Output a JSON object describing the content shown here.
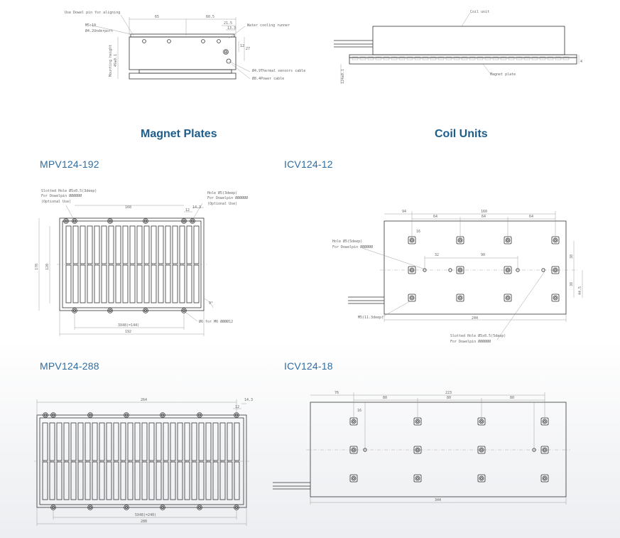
{
  "headings": {
    "magnet_plates": "Magnet Plates",
    "coil_units": "Coil Units"
  },
  "models": {
    "mpv_192": "MPV124-192",
    "icv_12": "ICV124-12",
    "mpv_288": "MPV124-288",
    "icv_18": "ICV124-18"
  },
  "top_left_drawing": {
    "notes": {
      "dowel": "Use Dowel pin for aligning",
      "m5": "M5:10",
      "underport": "Ø4.2Underport",
      "water": "Water cooling runner",
      "thermal": "Ø4.9Thermal sensors cable",
      "power": "Ø8.4Power cable",
      "mounting": "Mounting height"
    },
    "dims": {
      "d65": "65",
      "d605": "60.5",
      "d215": "21.5",
      "d133": "13.3",
      "d12": "12",
      "d27": "27",
      "dh": "49±0.1"
    }
  },
  "top_right_drawing": {
    "notes": {
      "coil": "Coil unit",
      "magnet": "Magnet plate",
      "h": "4",
      "mh": "124±0.1"
    }
  },
  "mpv192": {
    "notes": {
      "slot1": "Slotted Hole Ø5x0.5(3deep)",
      "slot2": "For Dowelpin ØØØØØØ",
      "slot3": "(Optional Use)",
      "hole1": "Hole Ø5(3deep)",
      "hole2": "For Dowelpin ØØØØØØ",
      "hole3": "(Optional Use)",
      "m6": "Ø6 for M6 ØØØØ12"
    },
    "dims": {
      "d168": "168",
      "d12": "12",
      "d143": "14.3",
      "d120": "120",
      "d170": "170",
      "d3x48": "3X48(=144)",
      "d192": "192",
      "ang": "9°"
    }
  },
  "icv12": {
    "notes": {
      "hole1": "Hole Ø5(5deep)",
      "hole2": "For Dowelpin ØØØØØØ",
      "m5": "M5(11.3deep)",
      "slot1": "Slotted Hole Ø5x0.5(5deep)",
      "slot2": "For Dowelpin ØØØØØØ"
    },
    "dims": {
      "d94": "94",
      "d160": "160",
      "d64a": "64",
      "d64b": "64",
      "d64c": "64",
      "d16": "16",
      "d32": "32",
      "d90": "90",
      "d38a": "38",
      "d38b": "38",
      "d445": "44.5",
      "d244": "244"
    }
  },
  "mpv288": {
    "dims": {
      "d264": "264",
      "d12": "12",
      "d143": "14.3",
      "d5x48": "5X48(=240)",
      "d288": "288"
    }
  },
  "icv18": {
    "dims": {
      "d76": "76",
      "d223": "223",
      "d80a": "80",
      "d80b": "80",
      "d80c": "80",
      "d16": "16",
      "d344": "344"
    }
  }
}
